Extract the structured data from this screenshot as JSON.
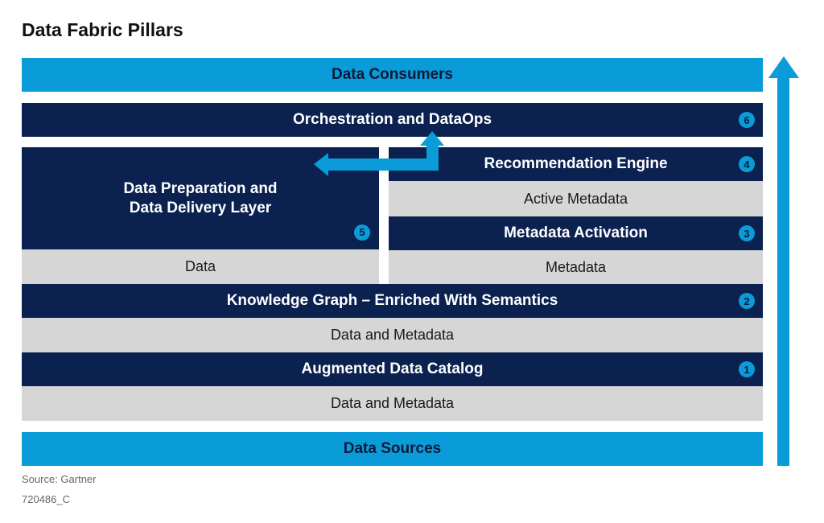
{
  "title": "Data Fabric Pillars",
  "layers": {
    "consumers": "Data Consumers",
    "orchestration": {
      "label": "Orchestration and DataOps",
      "number": "6"
    },
    "data_prep": {
      "label_line1": "Data Preparation and",
      "label_line2": "Data Delivery Layer",
      "number": "5"
    },
    "data": "Data",
    "recommendation": {
      "label": "Recommendation Engine",
      "number": "4"
    },
    "active_metadata": "Active Metadata",
    "metadata_activation": {
      "label": "Metadata Activation",
      "number": "3"
    },
    "metadata": "Metadata",
    "knowledge_graph": {
      "label": "Knowledge Graph – Enriched With Semantics",
      "number": "2"
    },
    "data_and_metadata_1": "Data and Metadata",
    "catalog": {
      "label": "Augmented Data Catalog",
      "number": "1"
    },
    "data_and_metadata_2": "Data and Metadata",
    "sources": "Data Sources"
  },
  "footer": {
    "source": "Source: Gartner",
    "id": "720486_C"
  },
  "colors": {
    "navy": "#0b2150",
    "blue": "#0a9cd8",
    "gray": "#d6d6d6"
  }
}
